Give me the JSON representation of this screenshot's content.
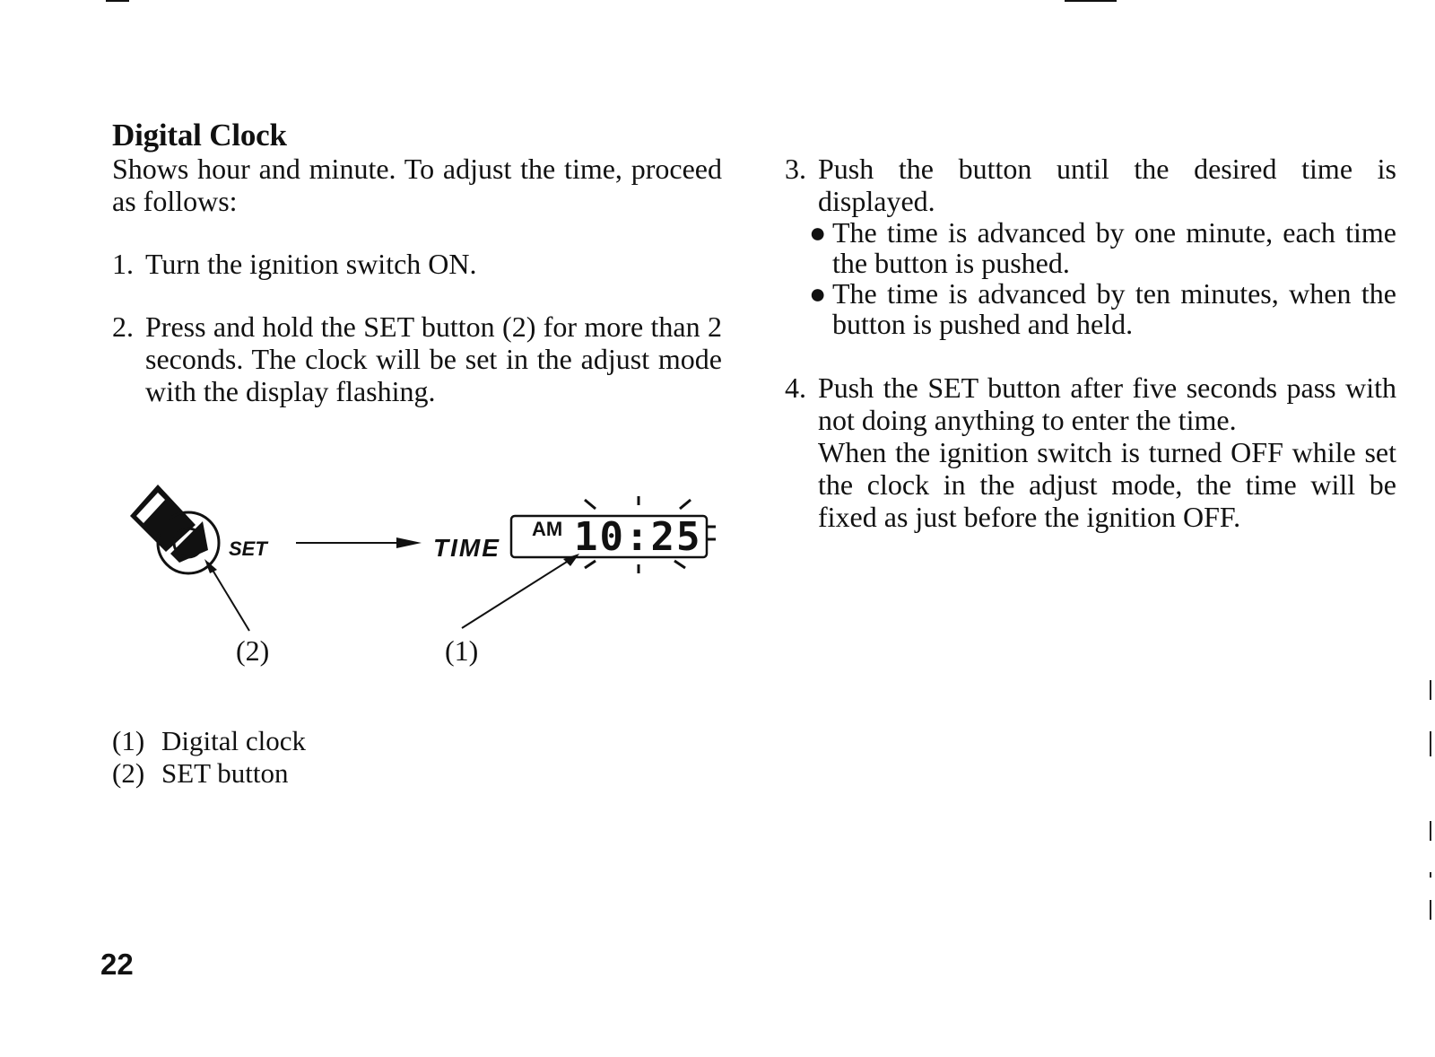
{
  "heading": "Digital Clock",
  "intro": "Shows hour and minute. To adjust the time, proceed as follows:",
  "steps": [
    {
      "num": "1.",
      "text": "Turn the ignition switch ON."
    },
    {
      "num": "2.",
      "text": "Press and hold the SET button (2) for more than 2 seconds. The clock will be set in the adjust mode with the display flashing."
    },
    {
      "num": "3.",
      "text": "Push the button until the desired time is displayed."
    },
    {
      "num": "4.",
      "text": "Push the SET button after five seconds pass with not doing anything to enter the time.",
      "note": "When the ignition switch is turned OFF while set the clock in the adjust mode, the time will be fixed as just before the ignition OFF."
    }
  ],
  "step3_bullets": [
    "The time is advanced by one minute, each time the button is pushed.",
    "The time is advanced by ten minutes, when the button is pushed and held."
  ],
  "bullet_glyph": "●",
  "diagram": {
    "set_label": "SET",
    "time_label": "TIME",
    "display_am": "AM",
    "display_time": "10:25",
    "callout_clock": "(1)",
    "callout_button": "(2)"
  },
  "legend": [
    {
      "num": "(1)",
      "text": "Digital clock"
    },
    {
      "num": "(2)",
      "text": "SET button"
    }
  ],
  "page_number": "22"
}
